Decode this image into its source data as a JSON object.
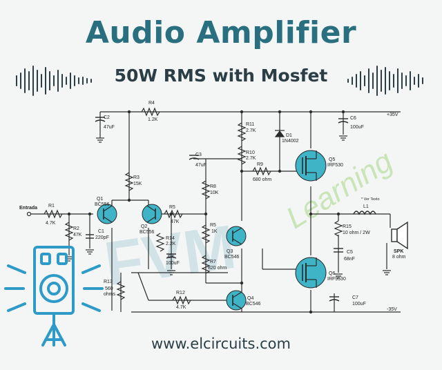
{
  "header": {
    "title": "Audio Amplifier",
    "subtitle": "50W RMS with Mosfet"
  },
  "footer": {
    "website": "www.elcircuits.com"
  },
  "watermark": {
    "logo_text": "FVM",
    "script_text": "Learning"
  },
  "colors": {
    "title": "#2a6f80",
    "accent": "#2d9ac8",
    "wire": "#2a2a2a",
    "transistor": "#3fb4c6"
  },
  "icons": [
    "speaker-icon",
    "sound-wave-icon"
  ],
  "circuit": {
    "rails": {
      "positive": "+35V",
      "negative": "-35V"
    },
    "input_label": "Entrada",
    "components": {
      "R1": {
        "name": "R1",
        "value": "4.7K"
      },
      "R2": {
        "name": "R2",
        "value": "47K"
      },
      "C1": {
        "name": "C1",
        "value": "220pF"
      },
      "C2": {
        "name": "C2",
        "value": "47uF"
      },
      "R4": {
        "name": "R4",
        "value": "1.2K"
      },
      "R3": {
        "name": "R3",
        "value": "15K"
      },
      "Q1": {
        "name": "Q1",
        "value": "BC556"
      },
      "Q2": {
        "name": "Q2",
        "value": "BC556"
      },
      "R5a": {
        "name": "R5",
        "value": "47K"
      },
      "R14": {
        "name": "R14",
        "value": "2.2K"
      },
      "C4": {
        "name": "C4",
        "value": "100uF"
      },
      "R13": {
        "name": "R13",
        "value_line1": "560",
        "value_line2": "ohms"
      },
      "R12": {
        "name": "R12",
        "value": "4.7K"
      },
      "C3": {
        "name": "C3",
        "value": "47uF"
      },
      "R11": {
        "name": "R11",
        "value": "2.7K"
      },
      "R10": {
        "name": "R10",
        "value": "2.7K"
      },
      "R8": {
        "name": "R8",
        "value": "10K"
      },
      "R5b": {
        "name": "R5",
        "value": "1K"
      },
      "R7": {
        "name": "R7",
        "value": "820 ohm"
      },
      "R9": {
        "name": "R9",
        "value": "680 ohm"
      },
      "D1": {
        "name": "D1",
        "value": "1N4002"
      },
      "Q3": {
        "name": "Q3",
        "value": "BC546"
      },
      "Q4": {
        "name": "Q4",
        "value": "BC546"
      },
      "Q5": {
        "name": "Q5",
        "value": "IRF530"
      },
      "Q6": {
        "name": "Q6",
        "value": "IRF9530"
      },
      "C6": {
        "name": "C6",
        "value": "100uF"
      },
      "L1": {
        "name": "L1",
        "note": "* Ver Texto"
      },
      "R15": {
        "name": "R15",
        "value": "10 ohm / 2W"
      },
      "C5": {
        "name": "C5",
        "value": "68nF"
      },
      "C7": {
        "name": "C7",
        "value": "100uF"
      },
      "SPK": {
        "name": "SPK",
        "value": "8 ohm"
      }
    }
  }
}
